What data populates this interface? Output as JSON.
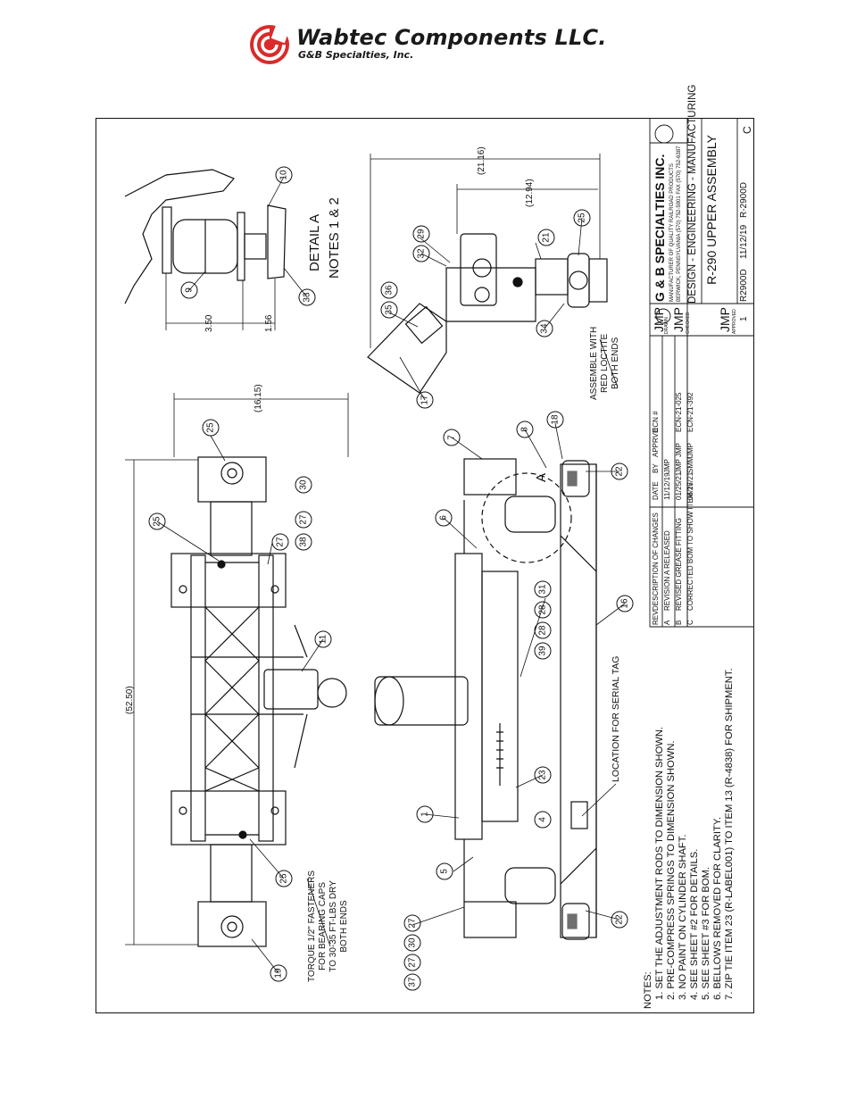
{
  "header": {
    "company": "Wabtec Components LLC.",
    "division": "G&B Specialties, Inc."
  },
  "title_block": {
    "company": "G & B SPECIALTIES INC.",
    "tagline": "MANUFACTURER OF QUALITY RAILROAD PRODUCTS",
    "address": "BERWICK, PENNSYLVANIA (570) 752-5901 FAX (570) 752-6387",
    "department": "DESIGN - ENGINEERING - MANUFACTURING",
    "drawing_title": "R-290 UPPER ASSEMBLY",
    "drawn_by": "JMP",
    "checked_by": "JMP",
    "approved_by": "JMP",
    "drawn_label": "DRAWN",
    "checked_label": "CHECKED",
    "approved_label": "APPROVED",
    "revision": "C",
    "sheet": "1",
    "part_no": "R2900D",
    "date": "11/12/19",
    "dwg_no": "R-2900D"
  },
  "revisions": {
    "headers": [
      "REV",
      "DESCRIPTION OF CHANGES",
      "DATE",
      "BY",
      "APPRVD",
      "ECN #"
    ],
    "rows": [
      [
        "A",
        "REVISION A RELEASED",
        "11/12/19",
        "JMP",
        "",
        ""
      ],
      [
        "B",
        "REVISED GREASE FITTING",
        "01/25/21",
        "JMP",
        "JMP",
        "ECN-21-025"
      ],
      [
        "C",
        "CORRECTED BOM TO SHOW ITEM 26",
        "06/17/21",
        "SMM",
        "JMP",
        "ECN-21-392"
      ]
    ]
  },
  "notes": {
    "heading": "NOTES:",
    "items": [
      "1. SET THE ADJUSTMENT RODS TO DIMENSION SHOWN.",
      "2. PRE-COMPRESS SPRINGS TO DIMENSION SHOWN.",
      "3. NO PAINT ON CYLINDER SHAFT.",
      "4. SEE SHEET  #2 FOR DETAILS.",
      "5. SEE SHEET  #3 FOR BOM.",
      "6. BELLOWS REMOVED FOR CLARITY.",
      "7. ZIP TIE ITEM 23 (R-LABEL001) TO ITEM 13 (R-4838) FOR SHIPMENT."
    ]
  },
  "dimensions": {
    "overall_length": "(52.50)",
    "top_width": "(16.15)",
    "side_height": "(21.16)",
    "side_inner": "(12.94)",
    "detail_a1": "3.50",
    "detail_a2": "1.56"
  },
  "annotations": {
    "detail_title": "DETAIL  A",
    "detail_notes": "NOTES 1 & 2",
    "detail_letter": "A",
    "torque_note": [
      "TORQUE 1/2\" FASTENERS",
      "FOR BEARING CAPS",
      "TO 30-35 FT-LBS DRY",
      "BOTH ENDS"
    ],
    "loctite_note": [
      "ASSEMBLE WITH",
      "RED LOCTITE",
      "BOTH ENDS"
    ],
    "serial_note": "LOCATION FOR SERIAL TAG"
  },
  "balloons": [
    "1",
    "4",
    "5",
    "6",
    "7",
    "8",
    "9",
    "10",
    "11",
    "16",
    "17",
    "18",
    "19",
    "21",
    "22",
    "22",
    "23",
    "25",
    "25",
    "25",
    "25",
    "27",
    "27",
    "27",
    "28",
    "28",
    "29",
    "30",
    "30",
    "31",
    "32",
    "33",
    "34",
    "35",
    "36",
    "37",
    "38",
    "39"
  ]
}
